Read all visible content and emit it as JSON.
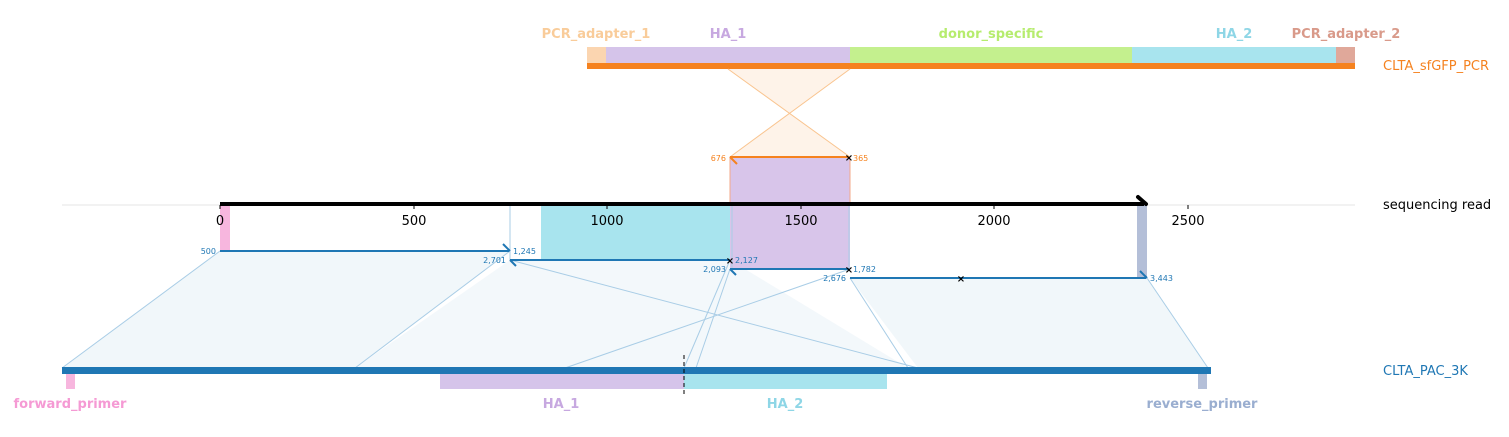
{
  "colors": {
    "orange": "#f5821f",
    "blue": "#1f77b4",
    "black": "#000000",
    "pcr_adapter_1": "#fbd5b0",
    "ha_1": "#d5c4ea",
    "donor_specific": "#c4f08e",
    "ha_2": "#a8e4ee",
    "pcr_adapter_2": "#e0a89a",
    "forward_primer": "#f7a8dc",
    "reverse_primer": "#a9b7d4",
    "ha1_label": "#c7a8e0",
    "ha2_label": "#8ed6e6",
    "donor_label": "#b6ec6e",
    "pcr1_label": "#f9cc9a",
    "pcr2_label": "#d99a8a",
    "fwd_label": "#f59ad4",
    "rev_label": "#9aaed0"
  },
  "tracks": {
    "top": "CLTA_sfGFP_PCR",
    "middle": "sequencing read",
    "bottom": "CLTA_PAC_3K"
  },
  "top_features": [
    "PCR_adapter_1",
    "HA_1",
    "donor_specific",
    "HA_2",
    "PCR_adapter_2"
  ],
  "bottom_features": [
    "forward_primer",
    "HA_1",
    "HA_2",
    "reverse_primer"
  ],
  "axis_ticks": [
    "0",
    "500",
    "1000",
    "1500",
    "2000",
    "2500"
  ],
  "alignment_labels": {
    "top_left": "676",
    "top_right": "365",
    "a1_left": "500",
    "a1_right": "1,245",
    "a2_left": "2,701",
    "a2_right": "2,127",
    "a3_left": "2,093",
    "a3_right": "1,782",
    "a4_left": "2,676",
    "a4_right": "3,443"
  }
}
